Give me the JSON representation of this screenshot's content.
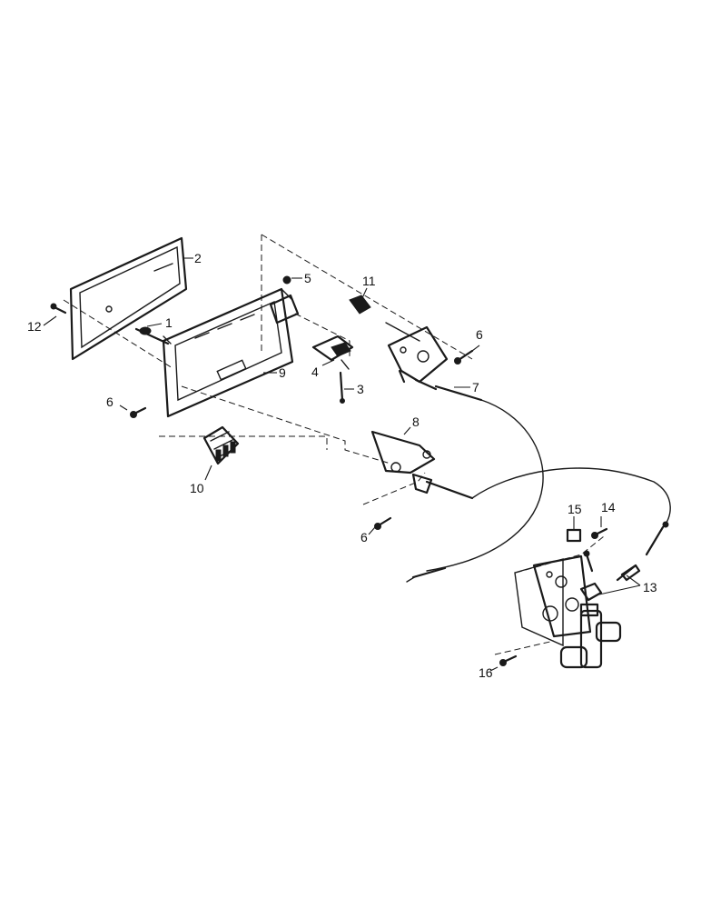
{
  "callouts": {
    "c1": "1",
    "c2": "2",
    "c3": "3",
    "c4": "4",
    "c5": "5",
    "c6a": "6",
    "c6b": "6",
    "c6c": "6",
    "c7": "7",
    "c8": "8",
    "c9": "9",
    "c10": "10",
    "c11": "11",
    "c12": "12",
    "c13": "13",
    "c14": "14",
    "c15": "15",
    "c16": "16"
  }
}
